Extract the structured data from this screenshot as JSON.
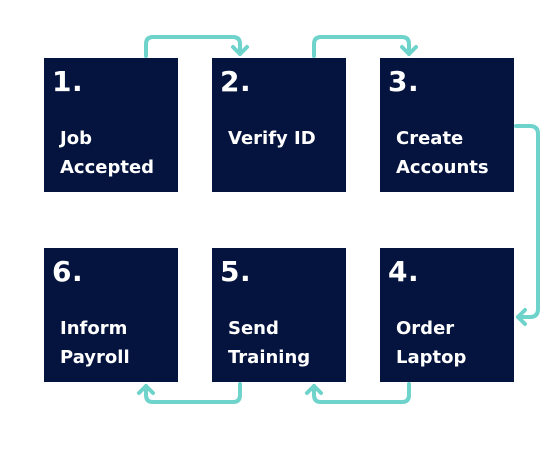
{
  "colors": {
    "box": "#05143f",
    "text": "#ffffff",
    "arrow": "#6dd3cb",
    "background": "#ffffff"
  },
  "steps": [
    {
      "number": "1.",
      "label": "Job\nAccepted"
    },
    {
      "number": "2.",
      "label": "Verify ID"
    },
    {
      "number": "3.",
      "label": "Create\nAccounts"
    },
    {
      "number": "4.",
      "label": "Order\nLaptop"
    },
    {
      "number": "5.",
      "label": "Send\nTraining"
    },
    {
      "number": "6.",
      "label": "Inform\nPayroll"
    }
  ]
}
